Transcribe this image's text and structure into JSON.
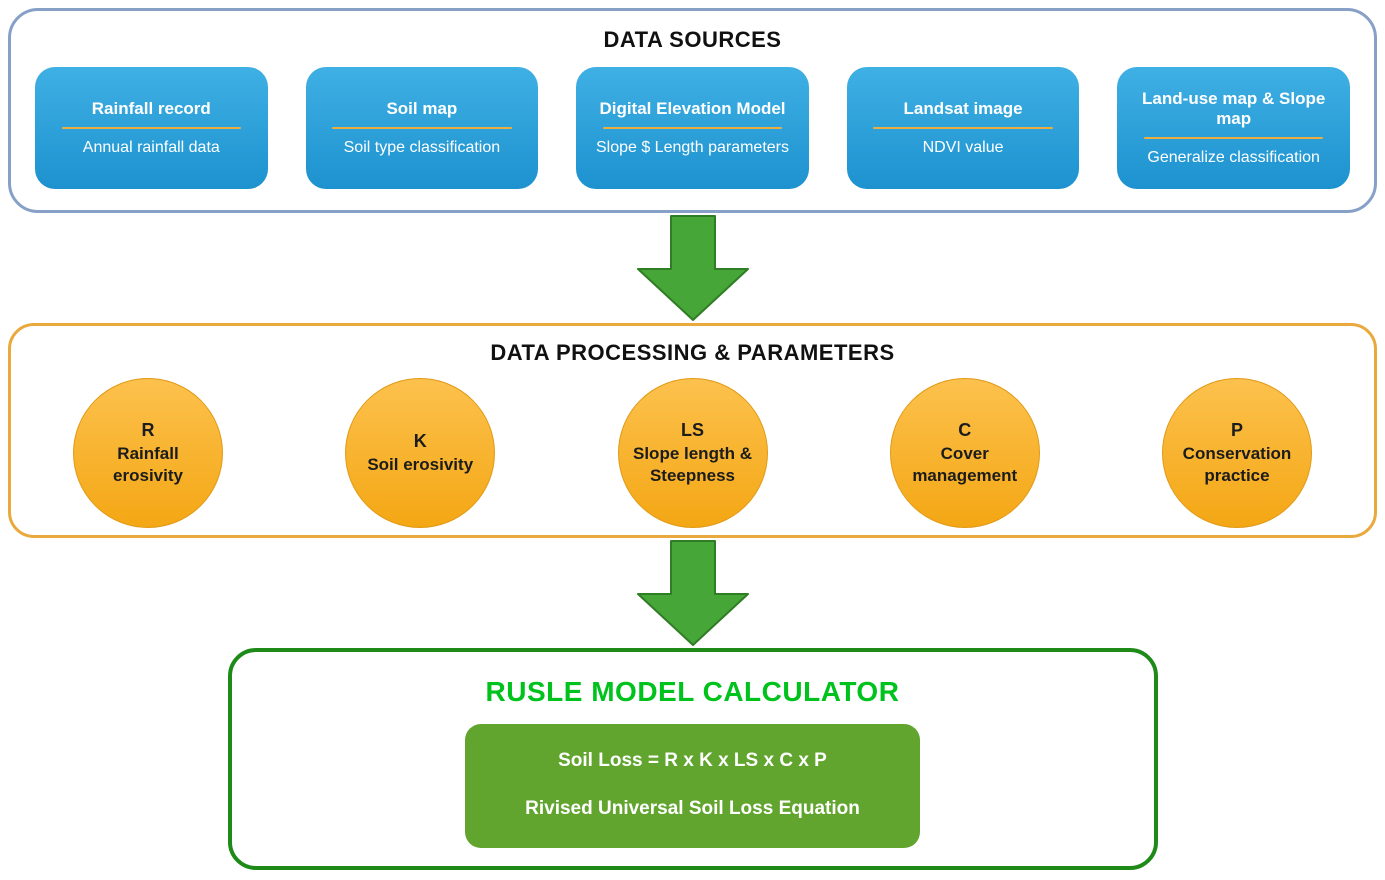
{
  "sources": {
    "title": "DATA SOURCES",
    "items": [
      {
        "title": "Rainfall record",
        "subtitle": "Annual rainfall data"
      },
      {
        "title": "Soil map",
        "subtitle": "Soil type classification"
      },
      {
        "title": "Digital Elevation Model",
        "subtitle": "Slope $ Length parameters"
      },
      {
        "title": "Landsat image",
        "subtitle": "NDVI value"
      },
      {
        "title": "Land-use map & Slope map",
        "subtitle": "Generalize classification"
      }
    ]
  },
  "processing": {
    "title": "DATA PROCESSING & PARAMETERS",
    "items": [
      {
        "symbol": "R",
        "label": "Rainfall erosivity"
      },
      {
        "symbol": "K",
        "label": "Soil erosivity"
      },
      {
        "symbol": "LS",
        "label": "Slope length & Steepness"
      },
      {
        "symbol": "C",
        "label": "Cover management"
      },
      {
        "symbol": "P",
        "label": "Conservation practice"
      }
    ]
  },
  "calculator": {
    "title": "RUSLE MODEL CALCULATOR",
    "formula": "Soil Loss = R x K x LS x C x P",
    "subtitle": "Rivised Universal Soil Loss Equation"
  },
  "colors": {
    "source_box_blue": "#2aa1dc",
    "underline_gold": "#ecae3e",
    "sources_border": "#87a0c8",
    "processing_border": "#e9a93c",
    "circle_orange": "#f6ac25",
    "arrow_green": "#47a638",
    "calculator_border": "#1e8a17",
    "calculator_title_green": "#00c21c",
    "formula_box_green": "#61a52f"
  }
}
